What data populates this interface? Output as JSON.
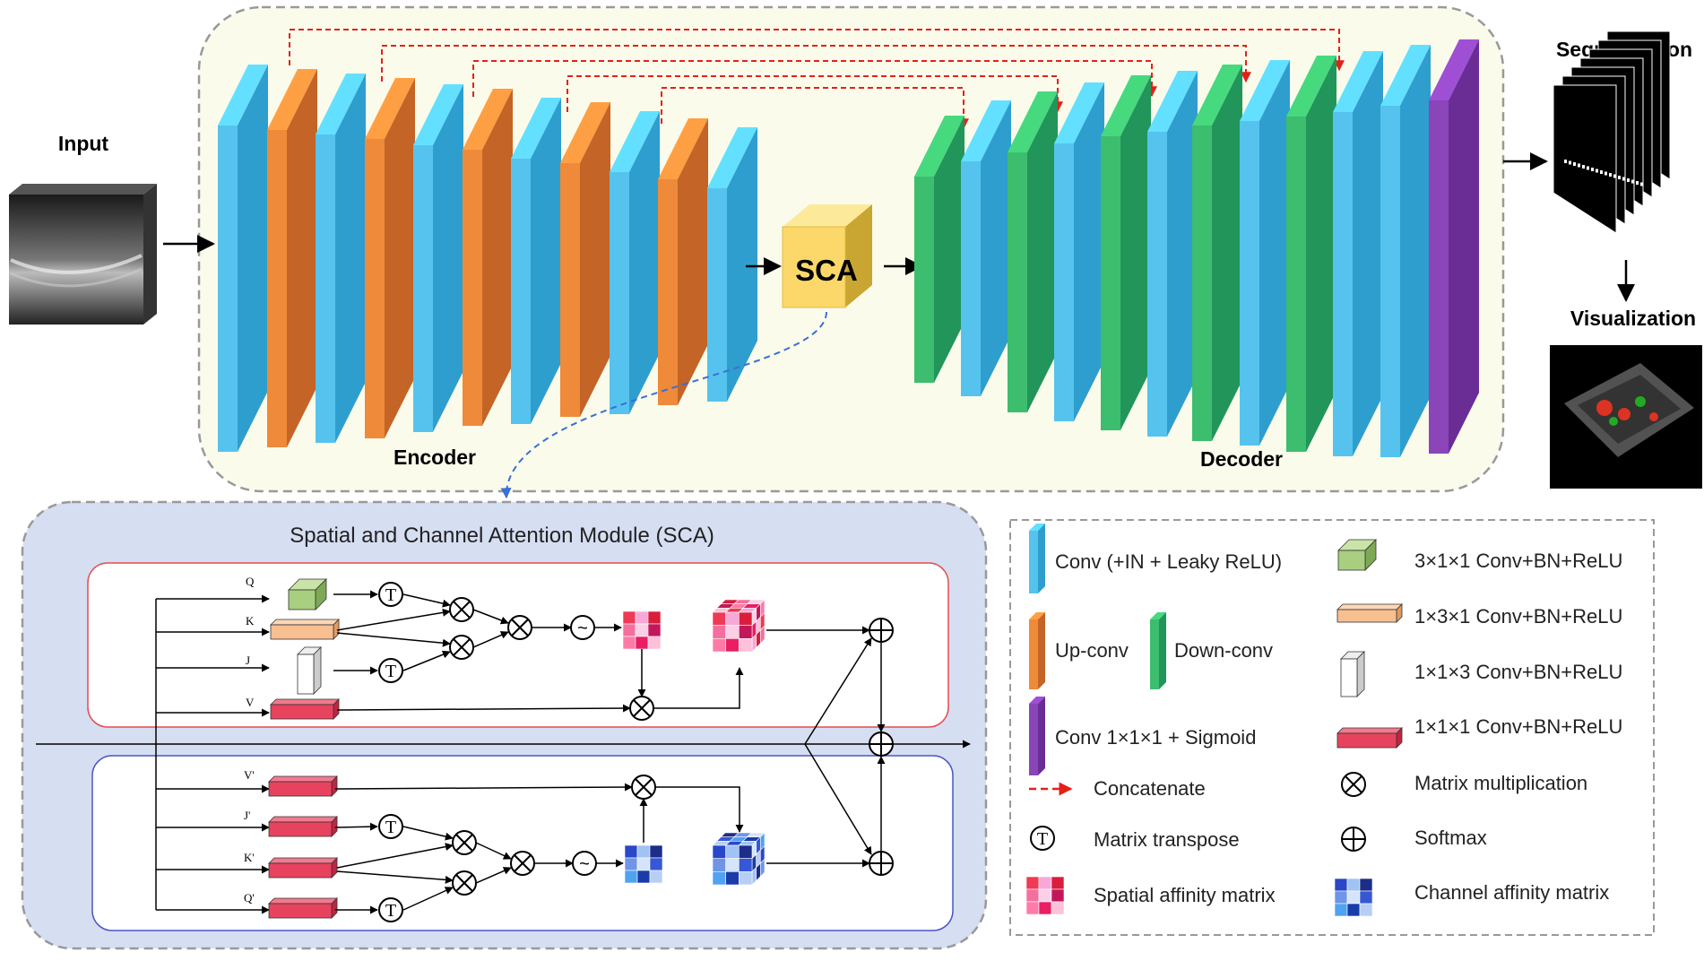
{
  "labels": {
    "input": "Input",
    "segmentation": "Segmentation",
    "visualization": "Visualization",
    "encoder": "Encoder",
    "decoder": "Decoder",
    "sca": "SCA",
    "sca_title": "Spatial and Channel Attention Module (SCA)"
  },
  "colors": {
    "conv_light": "#56c3ee",
    "conv_front": "#2e9ecf",
    "upconv_light": "#ee8a3a",
    "upconv_front": "#c46426",
    "downconv_light": "#3dbd6e",
    "downconv_front": "#21955a",
    "sigmoid_light": "#8a45b8",
    "sigmoid_front": "#6a2d96",
    "sca_cube": "#fcd86a",
    "concat_arrow": "#e32119",
    "sca_panel_bg": "#d6def2",
    "unet_panel_bg": "#fbfbeb",
    "spatial_box": "#e64c4c",
    "channel_box": "#4a56c8"
  },
  "attention": {
    "spatial_inputs": [
      "Q",
      "K",
      "J",
      "V"
    ],
    "channel_inputs": [
      "V'",
      "J'",
      "K'",
      "Q'"
    ],
    "transpose_symbol": "T",
    "softmax_symbol": "~"
  },
  "legend": {
    "items": [
      {
        "label": "Conv (+IN + Leaky ReLU)",
        "icon": "conv-block-icon"
      },
      {
        "label": "Up-conv",
        "icon": "upconv-block-icon"
      },
      {
        "label": "Down-conv",
        "icon": "downconv-block-icon"
      },
      {
        "label": "Conv 1×1×1 + Sigmoid",
        "icon": "sigmoid-block-icon"
      },
      {
        "label": "Concatenate",
        "icon": "concat-arrow-icon"
      },
      {
        "label": "Matrix transpose",
        "icon": "transpose-icon"
      },
      {
        "label": "Spatial affinity matrix",
        "icon": "spatial-matrix-icon"
      },
      {
        "label": "3×1×1 Conv+BN+ReLU",
        "icon": "conv311-icon"
      },
      {
        "label": "1×3×1 Conv+BN+ReLU",
        "icon": "conv131-icon"
      },
      {
        "label": "1×1×3 Conv+BN+ReLU",
        "icon": "conv113-icon"
      },
      {
        "label": "1×1×1 Conv+BN+ReLU",
        "icon": "conv111-icon"
      },
      {
        "label": "Matrix multiplication",
        "icon": "matmul-icon"
      },
      {
        "label": "Softmax",
        "icon": "softmax-icon"
      },
      {
        "label": "Channel affinity matrix",
        "icon": "channel-matrix-icon"
      }
    ]
  }
}
